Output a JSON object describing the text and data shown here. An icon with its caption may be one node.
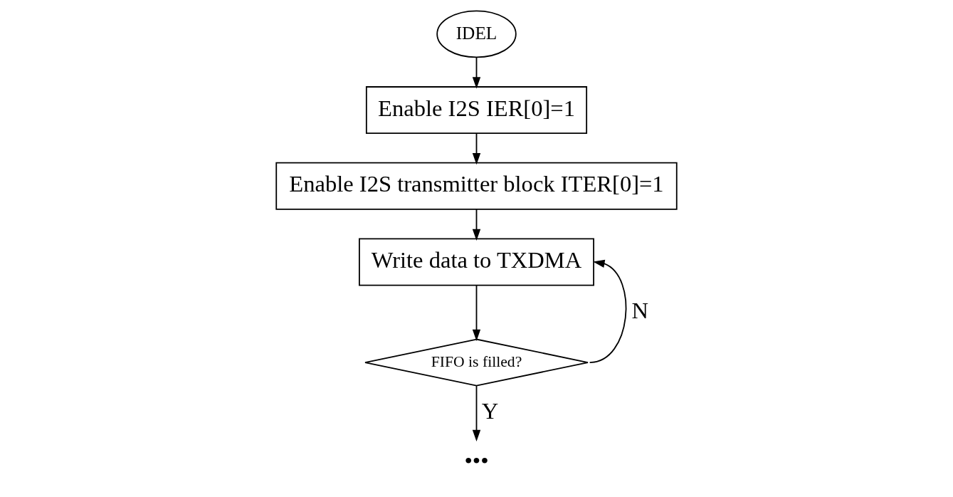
{
  "diagram": {
    "nodes": [
      {
        "text": [
          "IDEL"
        ]
      },
      {
        "text": [
          "Enable I2S IER[0]=1"
        ]
      },
      {
        "text": [
          "Enable I2S transmitter block ITER[0]=1"
        ]
      },
      {
        "text": [
          "Write data to TXDMA"
        ]
      },
      {
        "text": [
          "FIFO is filled?"
        ]
      },
      {
        "text": [
          "•••"
        ]
      }
    ],
    "edges": [
      {
        "from": 0,
        "to": 1,
        "arrow": "to"
      },
      {
        "from": 1,
        "to": 2,
        "arrow": "to"
      },
      {
        "from": 2,
        "to": 3,
        "arrow": "to"
      },
      {
        "from": 3,
        "to": 4,
        "arrow": "to"
      },
      {
        "from": 4,
        "to": 3,
        "arrow": "to",
        "label": "N"
      },
      {
        "from": 4,
        "to": 5,
        "arrow": "to",
        "label": "Y"
      }
    ]
  }
}
